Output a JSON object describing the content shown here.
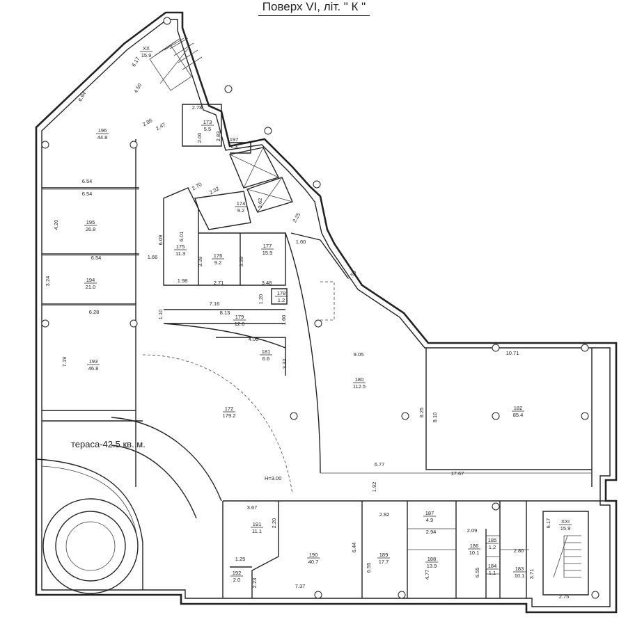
{
  "title": "Поверх VI, літ. \" К \"",
  "terrace_label": "тераса-42.5 кв. м.",
  "height_label": "H=3.00",
  "rooms": [
    {
      "id": "XX",
      "area": "15.9"
    },
    {
      "id": "196",
      "area": "44.8"
    },
    {
      "id": "173",
      "area": "5.5"
    },
    {
      "id": "197",
      "area": "1.3"
    },
    {
      "id": "174",
      "area": "9.2"
    },
    {
      "id": "195",
      "area": "26.8"
    },
    {
      "id": "175",
      "area": "11.3"
    },
    {
      "id": "176",
      "area": "9.2"
    },
    {
      "id": "177",
      "area": "15.9"
    },
    {
      "id": "194",
      "area": "21.0"
    },
    {
      "id": "178",
      "area": "1.2"
    },
    {
      "id": "179",
      "area": "12.6"
    },
    {
      "id": "181",
      "area": "6.6"
    },
    {
      "id": "193",
      "area": "46.8"
    },
    {
      "id": "180",
      "area": "112.5"
    },
    {
      "id": "182",
      "area": "85.4"
    },
    {
      "id": "172",
      "area": "179.2"
    },
    {
      "id": "191",
      "area": "11.1"
    },
    {
      "id": "190",
      "area": "40.7"
    },
    {
      "id": "189",
      "area": "17.7"
    },
    {
      "id": "187",
      "area": "4.9"
    },
    {
      "id": "188",
      "area": "13.9"
    },
    {
      "id": "186",
      "area": "10.1"
    },
    {
      "id": "185",
      "area": "1.2"
    },
    {
      "id": "184",
      "area": "1.1"
    },
    {
      "id": "183",
      "area": "10.1"
    },
    {
      "id": "XXI",
      "area": "15.9"
    },
    {
      "id": "192",
      "area": "2.0"
    }
  ],
  "dimensions": [
    "6.17",
    "4.50",
    "6.94",
    "2.86",
    "2.47",
    "2.78",
    "2.00",
    "2.83",
    "6.54",
    "6.54",
    "2.70",
    "2.32",
    "3.62",
    "2.25",
    "4.20",
    "6.09",
    "6.01",
    "1.60",
    "6.54",
    "1.66",
    "3.39",
    "3.39",
    "1.98",
    "2.71",
    "3.48",
    "3.24",
    "7.16",
    "1.20",
    "6.28",
    "1.10",
    "8.13",
    "1.60",
    "4.00",
    "7.53",
    "3.32",
    "9.05",
    "10.71",
    "7.19",
    "8.25",
    "8.10",
    "6.77",
    "17.67",
    "1.92",
    "3.67",
    "2.20",
    "2.82",
    "2.94",
    "2.09",
    "2.80",
    "6.17",
    "6.44",
    "6.55",
    "4.77",
    "6.55",
    "3.71",
    "1.25",
    "2.23",
    "7.37",
    "2.75"
  ]
}
